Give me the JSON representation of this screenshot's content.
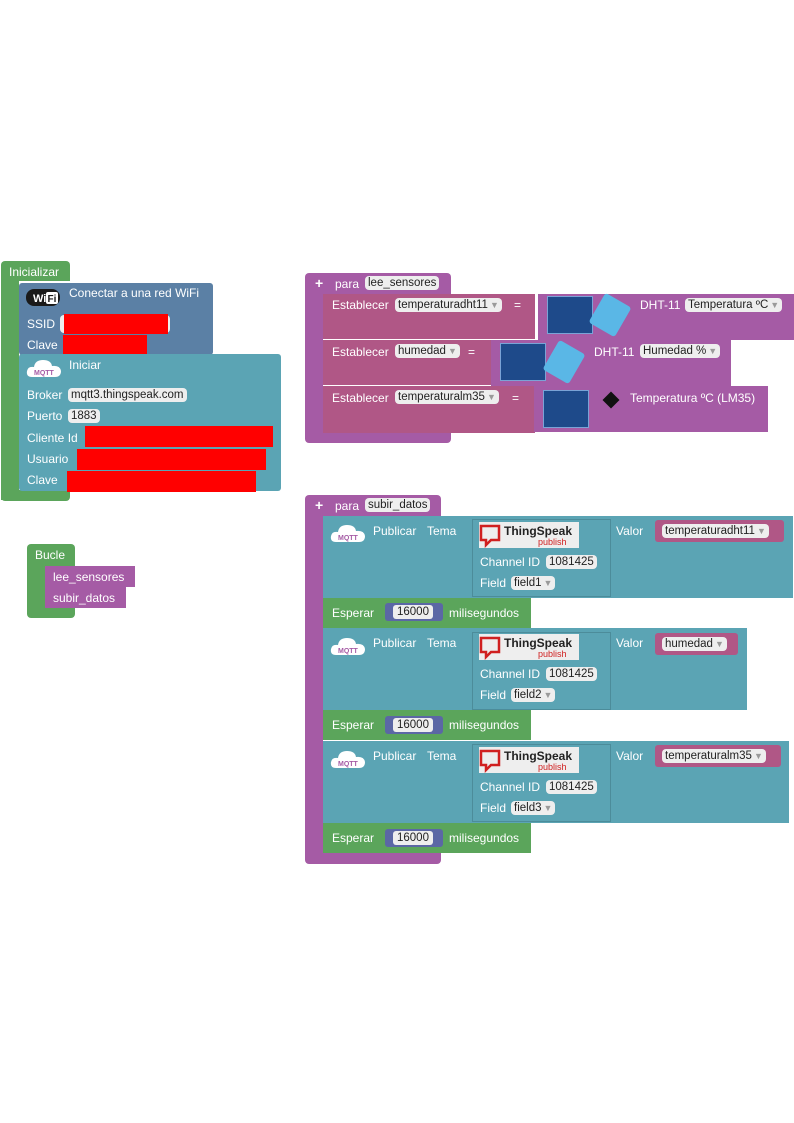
{
  "init": {
    "title": "Inicializar",
    "wifi": {
      "title": "Conectar a una red WiFi",
      "ssid_label": "SSID",
      "clave_label": "Clave",
      "icon_text": "Wi Fi"
    },
    "mqtt": {
      "title": "Iniciar",
      "badge": "MQTT",
      "broker_label": "Broker",
      "broker": "mqtt3.thingspeak.com",
      "puerto_label": "Puerto",
      "puerto": "1883",
      "cliente_label": "Cliente Id",
      "usuario_label": "Usuario",
      "clave_label": "Clave"
    }
  },
  "loop": {
    "title": "Bucle",
    "items": [
      "lee_sensores",
      "subir_datos"
    ]
  },
  "lee": {
    "para": "para",
    "name": "lee_sensores",
    "rows": [
      {
        "label": "Establecer",
        "var": "temperaturadht11",
        "eq": "=",
        "sensor": "DHT-11",
        "measure": "Temperatura ºC"
      },
      {
        "label": "Establecer",
        "var": "humedad",
        "eq": "=",
        "sensor": "DHT-11",
        "measure": "Humedad %"
      },
      {
        "label": "Establecer",
        "var": "temperaturalm35",
        "eq": "=",
        "sensor_text": "Temperatura ºC (LM35)"
      }
    ]
  },
  "subir": {
    "para": "para",
    "name": "subir_datos",
    "publish": [
      {
        "publicar": "Publicar",
        "tema": "Tema",
        "valor": "Valor",
        "var": "temperaturadht11",
        "channel_label": "Channel ID",
        "channel": "1081425",
        "field_label": "Field",
        "field": "field1"
      },
      {
        "publicar": "Publicar",
        "tema": "Tema",
        "valor": "Valor",
        "var": "humedad",
        "channel_label": "Channel ID",
        "channel": "1081425",
        "field_label": "Field",
        "field": "field2"
      },
      {
        "publicar": "Publicar",
        "tema": "Tema",
        "valor": "Valor",
        "var": "temperaturalm35",
        "channel_label": "Channel ID",
        "channel": "1081425",
        "field_label": "Field",
        "field": "field3"
      }
    ],
    "wait": {
      "label": "Esperar",
      "value": "16000",
      "unit": "milisegundos"
    },
    "ts_brand": "ThingSpeak",
    "ts_sub": "publish",
    "mqtt_badge": "MQTT"
  },
  "colors": {
    "green": "#5ba55b",
    "teal": "#5ba4b4",
    "blue": "#5b80a5",
    "purple": "#a55ba5",
    "magenta": "#b05786",
    "redact": "#ff0000"
  }
}
